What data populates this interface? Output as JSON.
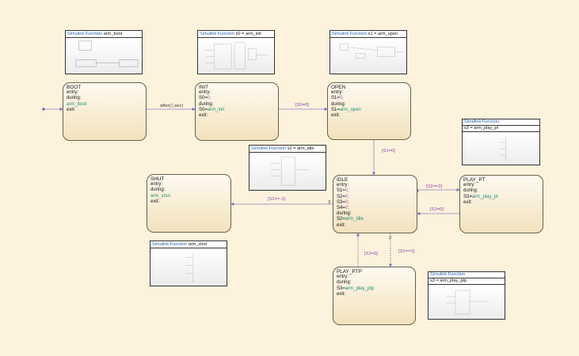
{
  "states": {
    "boot": {
      "title": "BOOT",
      "entry": "entry:",
      "during": "during:",
      "action": "arm_boot",
      "exit": "exit:"
    },
    "init": {
      "title": "INIT",
      "entry": "entry:",
      "entry_var": "S0=",
      "entry_val": "0;",
      "during": "during:",
      "act_var": "S0=",
      "act_fn": "arm_init",
      "exit": "exit:"
    },
    "open": {
      "title": "OPEN",
      "entry": "entry:",
      "entry_var": "S1=",
      "entry_val": "0;",
      "during": "during:",
      "act_var": "S1=",
      "act_fn": "arm_open",
      "exit": "exit:"
    },
    "idle": {
      "title": "IDLE",
      "entry": "entry:",
      "vars": [
        {
          "name": "S1=",
          "val": "0;"
        },
        {
          "name": "S2=",
          "val": "0;"
        },
        {
          "name": "S3=",
          "val": "0;"
        },
        {
          "name": "S4=",
          "val": "0;"
        }
      ],
      "during": "during:",
      "act_var": "S2=",
      "act_fn": "arm_idle",
      "exit": "exit:"
    },
    "shut": {
      "title": "SHUT",
      "entry": "entry:",
      "during": "during:",
      "action": "arm_shut",
      "exit": "exit:"
    },
    "play_pt": {
      "title": "PLAY_PT",
      "entry": "entry:",
      "during": "during:",
      "act_var": "S3=",
      "act_fn": "arm_play_pt",
      "exit": "exit:"
    },
    "play_ptp": {
      "title": "PLAY_PTP",
      "entry": "entry:",
      "during": "during:",
      "act_var": "S3=",
      "act_fn": "arm_play_ptp",
      "exit": "exit:"
    }
  },
  "functions": {
    "boot": {
      "kw": "Simulink Function",
      "sig": "  arm_boot"
    },
    "init": {
      "kw": "Simulink Function",
      "sig": "  s0 = arm_init"
    },
    "open": {
      "kw": "Simulink Function",
      "sig": "  s1 = arm_open"
    },
    "idle": {
      "kw": "Simulink Function",
      "sig": "  s2 = arm_idle"
    },
    "shut": {
      "kw": "Simulink Function",
      "sig": "  arm_shut"
    },
    "play_pt": {
      "kw": "Simulink Function",
      "sig": "s3 = arm_play_pt"
    },
    "play_ptp": {
      "kw": "Simulink Function",
      "sig": "s3 = arm_play_ptp"
    }
  },
  "transitions": {
    "boot_init": {
      "pre": "after(",
      "num": "3",
      "post": ",sec)"
    },
    "init_open": "[S0=0]",
    "open_idle": "[S1=0]",
    "idle_shut": "[S2==-1]",
    "idle_play_pt": "[S2==2]",
    "play_pt_idle": "[S3=0]",
    "play_ptp_idle": "[S3=0]",
    "idle_play_ptp": "[S2==1]",
    "prio_1": "1",
    "prio_2": "2",
    "prio_3": "3"
  },
  "colors": {
    "background": "#fdf3dc",
    "transition": "#8e7cc3",
    "label": "#8e44ad",
    "function_name": "#1f8f7a",
    "number": "#b25db5"
  }
}
